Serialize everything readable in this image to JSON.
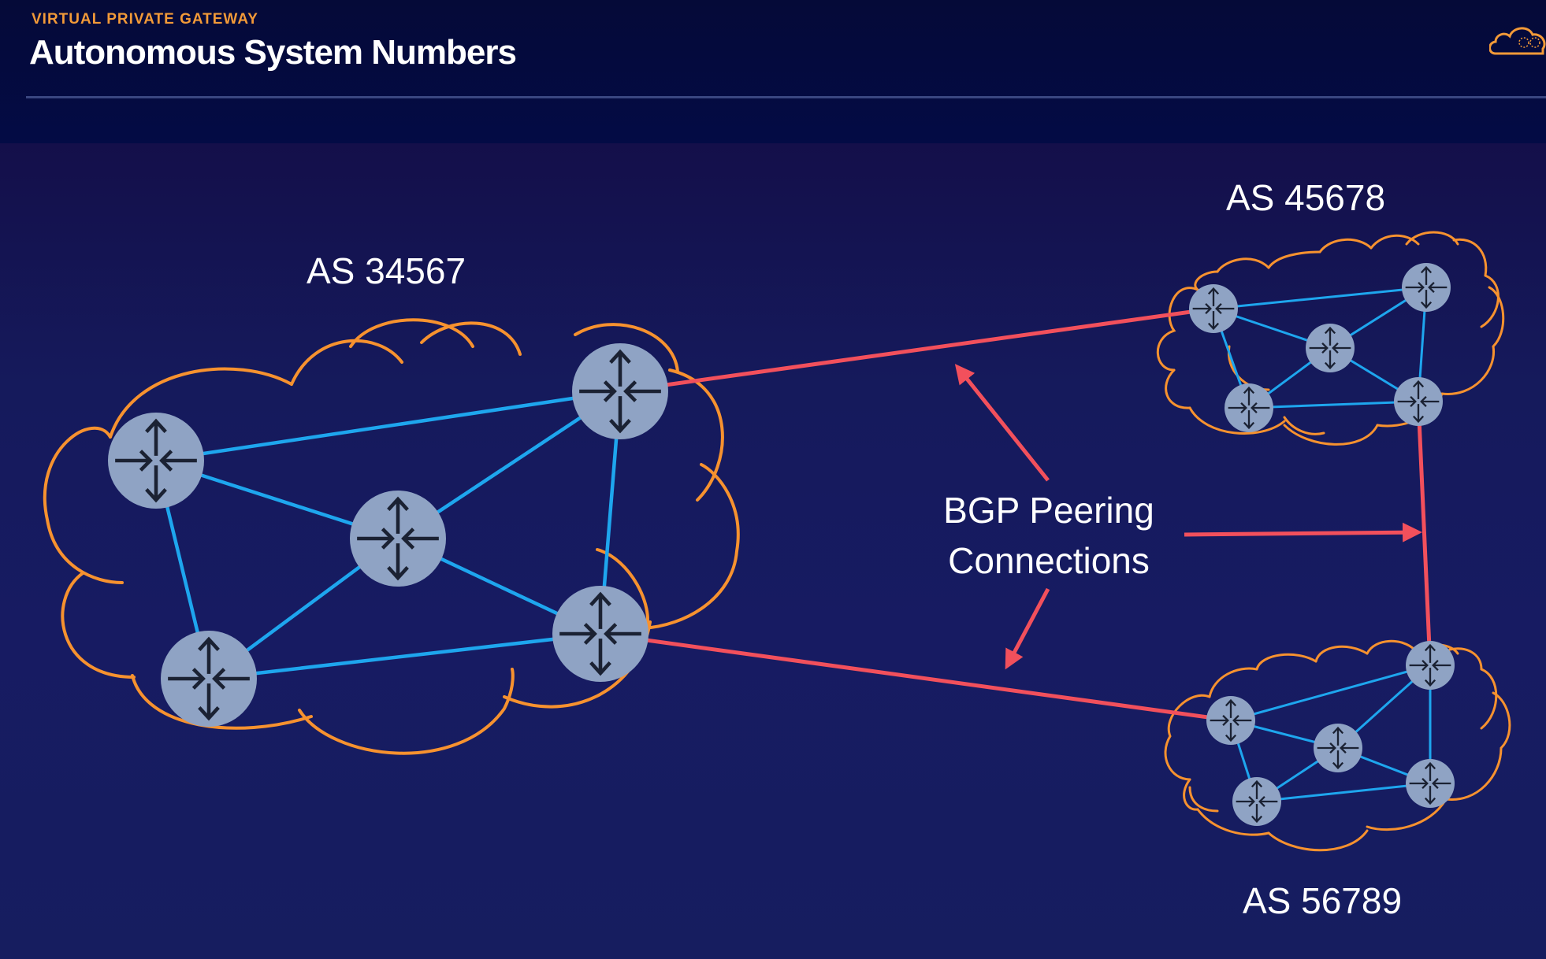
{
  "header": {
    "kicker": "VIRTUAL PRIVATE GATEWAY",
    "title": "Autonomous System Numbers",
    "logo_icon": "cloud-logo-icon"
  },
  "diagram": {
    "autonomous_systems": [
      {
        "label": "AS 34567",
        "routers": 5
      },
      {
        "label": "AS 45678",
        "routers": 5
      },
      {
        "label": "AS 56789",
        "routers": 5
      }
    ],
    "annotation": {
      "line1": "BGP Peering",
      "line2": "Connections"
    },
    "router_icon": "router-icon",
    "colors": {
      "background": "#151a5c",
      "cloud_outline": "#f7922f",
      "internal_link": "#1ea6ee",
      "bgp_link": "#f2505c",
      "router_fill": "#8fa3c4",
      "router_glyph": "#1b2233",
      "accent": "#f29a38"
    }
  }
}
